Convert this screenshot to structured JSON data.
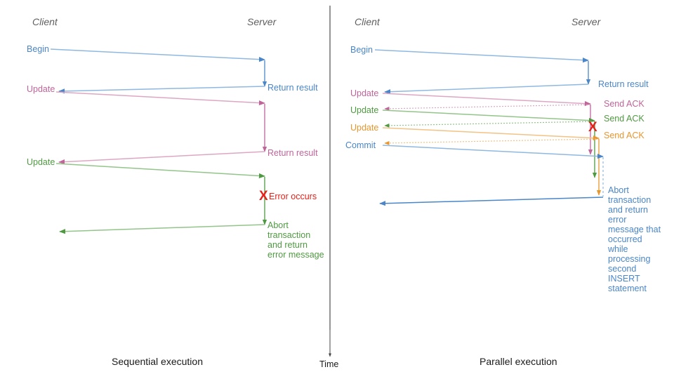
{
  "colors": {
    "blue": "#4a86c8",
    "blue_light": "#8fb8e0",
    "pink": "#c0649a",
    "pink_light": "#dda7c3",
    "green": "#4f9a41",
    "green_light": "#93c48a",
    "orange": "#e8962e",
    "orange_light": "#f3c285",
    "red": "#e8201a",
    "gray_header": "#5f5f5f",
    "axis": "#444444",
    "divider": "#2b2b2b",
    "black": "#1a1a1a"
  },
  "divider": {
    "name": "vertical-divider"
  },
  "time_axis": {
    "label": "Time"
  },
  "panels": [
    {
      "id": "sequential",
      "caption": "Sequential execution",
      "client_header": "Client",
      "server_header": "Server",
      "client_labels": [
        {
          "text": "Begin",
          "color": "blue"
        },
        {
          "text": "Update",
          "color": "pink"
        },
        {
          "text": "Update",
          "color": "green"
        }
      ],
      "server_labels": [
        {
          "text": "Return result",
          "color": "blue"
        },
        {
          "text": "Return result",
          "color": "pink"
        },
        {
          "text": "Error occurs",
          "color": "red"
        }
      ],
      "abort_text": "Abort transaction and return error message",
      "abort_color": "green"
    },
    {
      "id": "parallel",
      "caption": "Parallel execution",
      "client_header": "Client",
      "server_header": "Server",
      "client_labels": [
        {
          "text": "Begin",
          "color": "blue"
        },
        {
          "text": "Update",
          "color": "pink"
        },
        {
          "text": "Update",
          "color": "green"
        },
        {
          "text": "Update",
          "color": "orange"
        },
        {
          "text": "Commit",
          "color": "blue"
        }
      ],
      "server_labels": [
        {
          "text": "Return result",
          "color": "blue"
        },
        {
          "text": "Send ACK",
          "color": "pink"
        },
        {
          "text": "Send ACK",
          "color": "green"
        },
        {
          "text": "Send ACK",
          "color": "orange"
        }
      ],
      "error_mark": "X",
      "abort_text": "Abort transaction and return error message that occurred while processing second INSERT statement",
      "abort_color": "blue"
    }
  ]
}
